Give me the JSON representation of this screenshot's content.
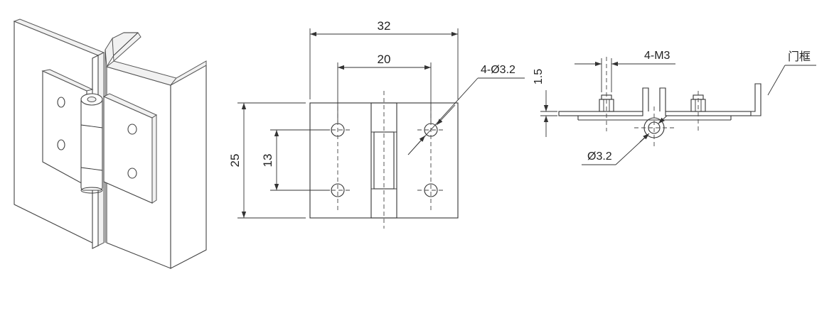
{
  "front_view": {
    "overall_width": "32",
    "hole_spacing_horizontal": "20",
    "height": "25",
    "hole_spacing_vertical": "13",
    "hole_callout": "4-Ø3.2"
  },
  "side_view": {
    "sheet_thickness": "1.5",
    "screw_callout": "4-M3",
    "frame_label": "门框",
    "pin_diameter": "Ø3.2"
  },
  "colors": {
    "line": "#333333",
    "background": "#ffffff",
    "metal": "#f1f1f1"
  }
}
